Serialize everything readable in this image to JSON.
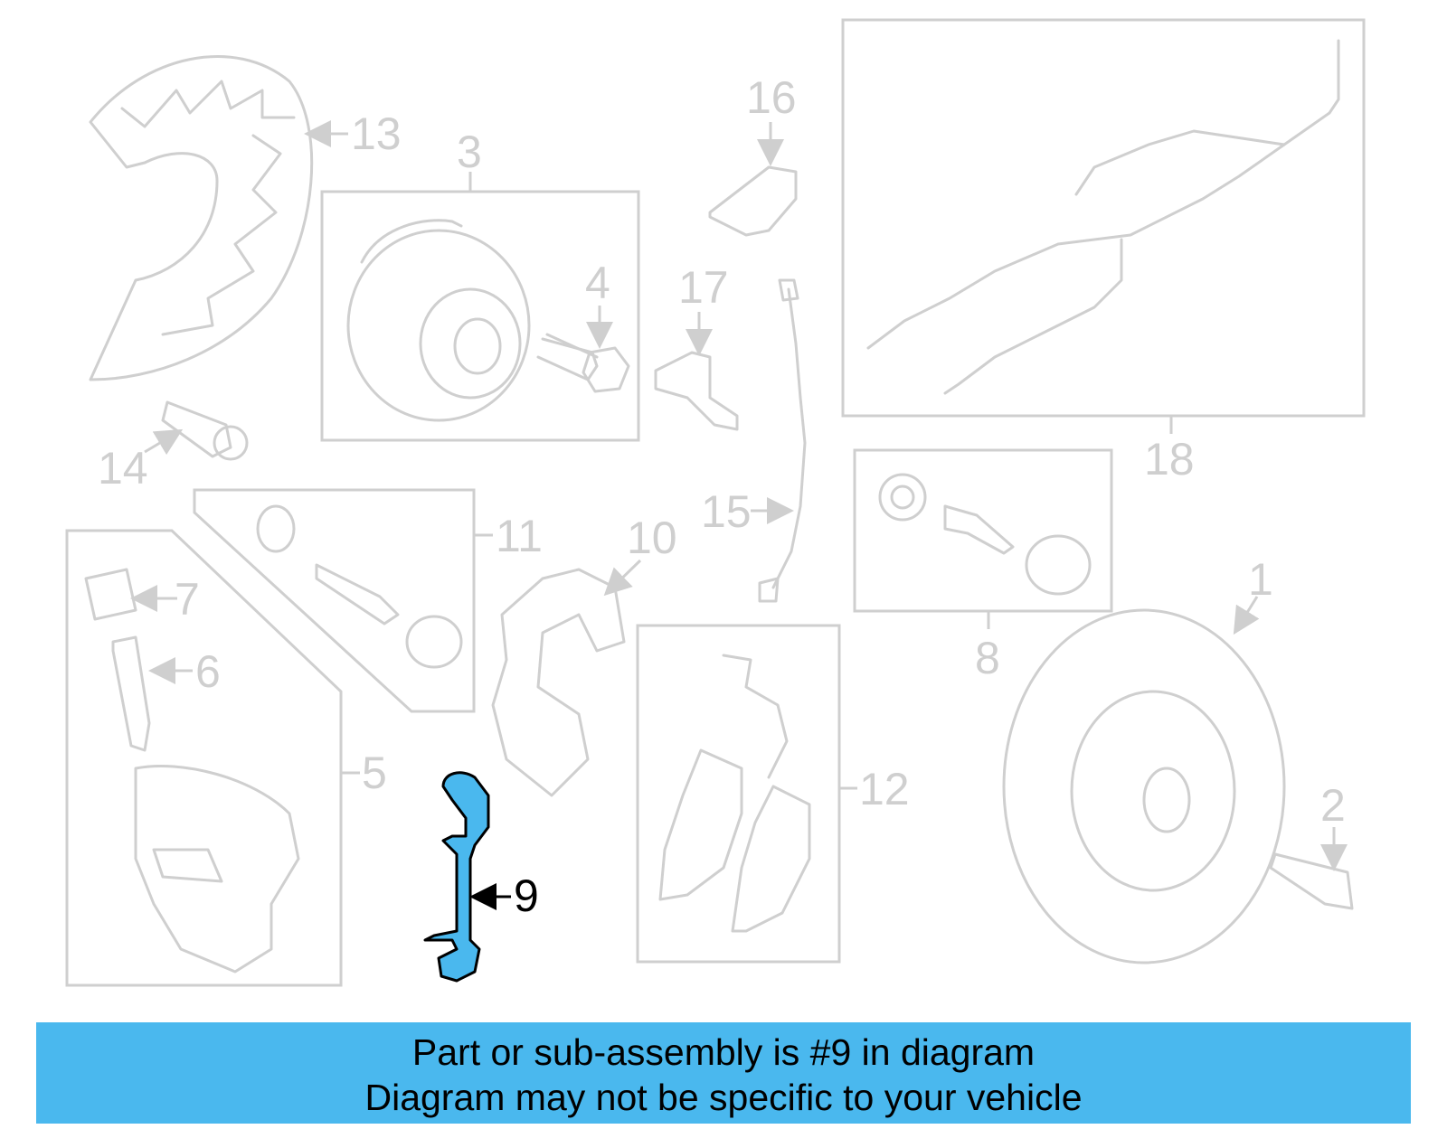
{
  "colors": {
    "part_outline": "#cfcfcf",
    "highlight_fill": "#4ab8ee",
    "highlight_outline": "#000000",
    "banner_background": "#4ab8ee"
  },
  "callouts": {
    "c1": "1",
    "c2": "2",
    "c3": "3",
    "c4": "4",
    "c5": "5",
    "c6": "6",
    "c7": "7",
    "c8": "8",
    "c9": "9",
    "c10": "10",
    "c11": "11",
    "c12": "12",
    "c13": "13",
    "c14": "14",
    "c15": "15",
    "c16": "16",
    "c17": "17",
    "c18": "18"
  },
  "highlighted_part": "9",
  "banner": {
    "line1": "Part or sub-assembly is #9 in diagram",
    "line2": "Diagram may not be specific to your vehicle"
  }
}
